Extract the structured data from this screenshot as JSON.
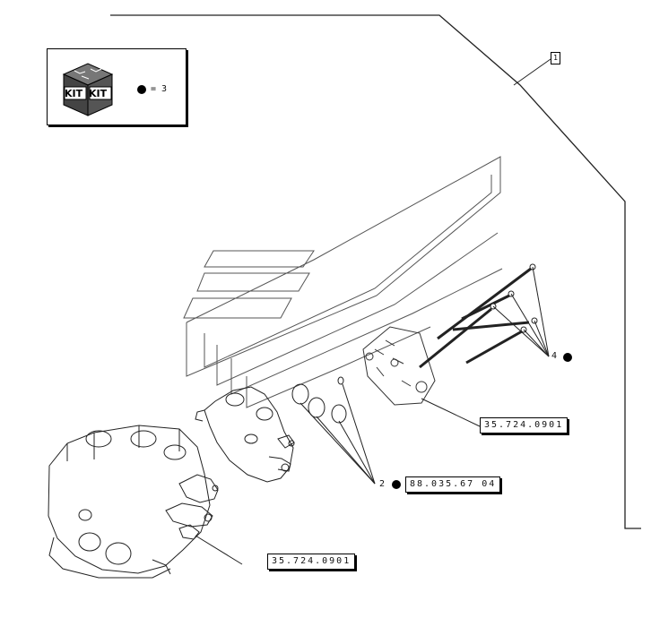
{
  "assembly_ref": {
    "label": "1"
  },
  "kit_legend": {
    "box_label_1": "KIT",
    "box_label_2": "KIT",
    "quantity_text": "= 3"
  },
  "callouts": [
    {
      "item": "4",
      "has_kit_dot": true
    },
    {
      "item": "2",
      "has_kit_dot": true,
      "part_number": "88.035.67 04"
    }
  ],
  "references": [
    {
      "code": "35.724.0901"
    },
    {
      "code": "35.724.0901"
    }
  ]
}
